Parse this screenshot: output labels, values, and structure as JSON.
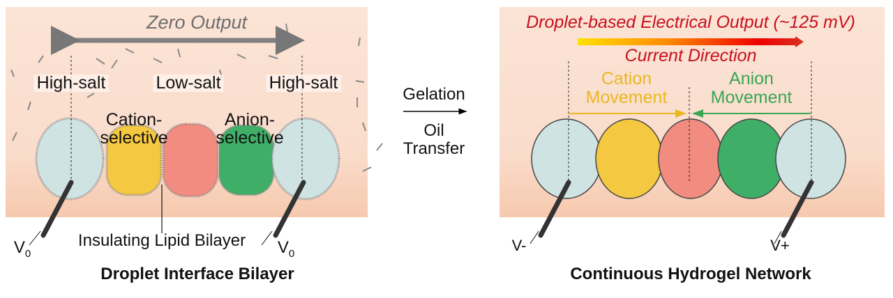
{
  "left_panel": {
    "zero_output": "Zero Output",
    "high_salt_left": "High-salt",
    "low_salt": "Low-salt",
    "high_salt_right": "High-salt",
    "cation_selective_1": "Cation-",
    "cation_selective_2": "selective",
    "anion_selective_1": "Anion-",
    "anion_selective_2": "selective",
    "bilayer_label": "Insulating Lipid Bilayer",
    "v_left": "V",
    "v_left_sub": "0",
    "v_right": "V",
    "v_right_sub": "0",
    "title": "Droplet Interface Bilayer"
  },
  "transition": {
    "gelation": "Gelation",
    "oil": "Oil",
    "transfer": "Transfer"
  },
  "right_panel": {
    "output": "Droplet-based Electrical Output (~125 mV)",
    "current_direction": "Current Direction",
    "cation_1": "Cation",
    "cation_2": "Movement",
    "anion_1": "Anion",
    "anion_2": "Movement",
    "v_minus": "V-",
    "v_plus": "V+",
    "title": "Continuous Hydrogel Network"
  },
  "colors": {
    "background": "#f9dccb",
    "blue_droplet": "#cfe3e2",
    "yellow_droplet": "#f5c842",
    "red_droplet": "#f28b80",
    "green_droplet": "#3fae67",
    "output_red": "#c8101e",
    "cation_color": "#e8b820",
    "anion_color": "#3aa655"
  }
}
